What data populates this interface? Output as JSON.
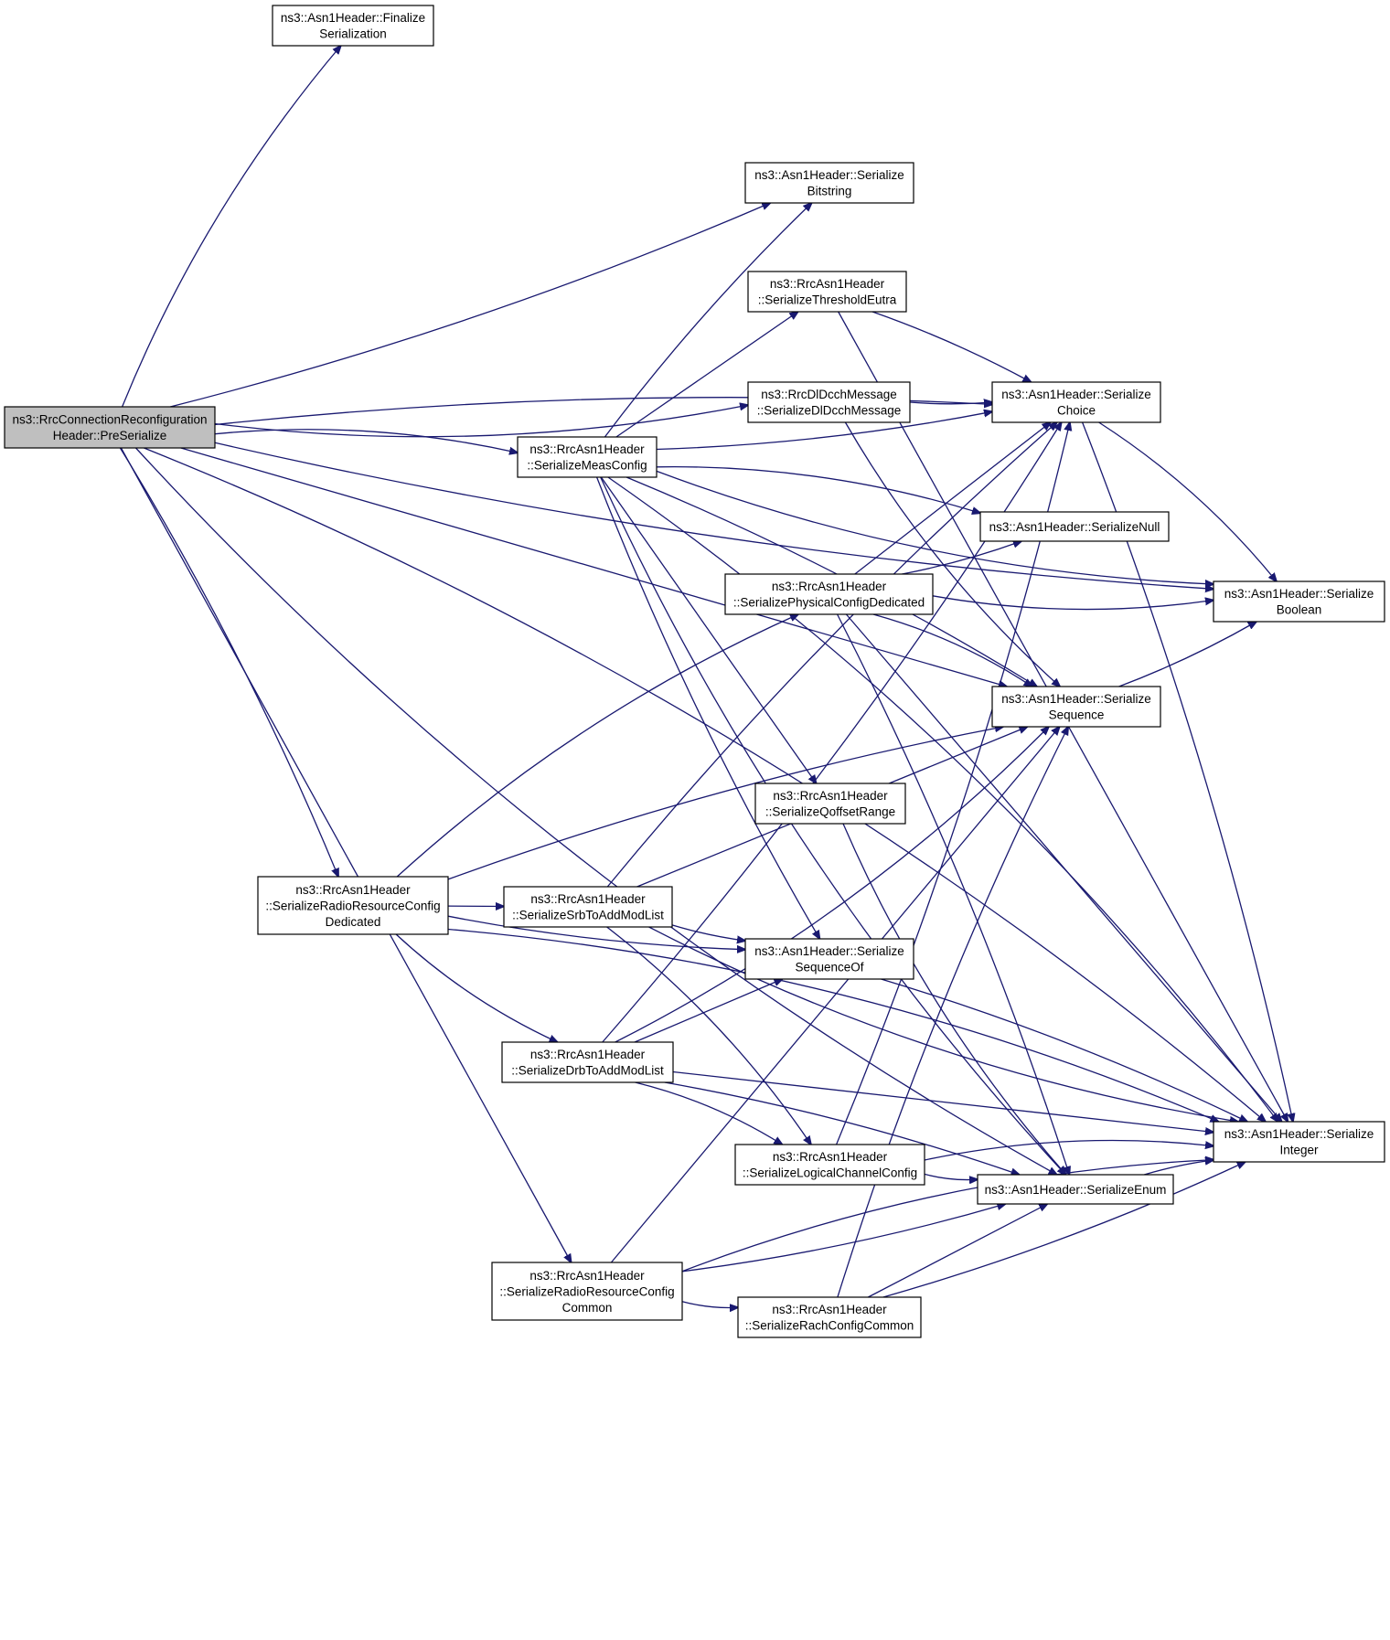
{
  "diagram": {
    "type": "call-graph",
    "colors": {
      "edge": "#191970",
      "root_fill": "#bfbfbf",
      "node_fill": "#ffffff",
      "border": "#000000"
    },
    "nodes": [
      {
        "id": "root",
        "lines": [
          "ns3::RrcConnectionReconfiguration",
          "Header::PreSerialize"
        ]
      },
      {
        "id": "finalize",
        "lines": [
          "ns3::Asn1Header::Finalize",
          "Serialization"
        ]
      },
      {
        "id": "bitstring",
        "lines": [
          "ns3::Asn1Header::Serialize",
          "Bitstring"
        ]
      },
      {
        "id": "threshold",
        "lines": [
          "ns3::RrcAsn1Header",
          "::SerializeThresholdEutra"
        ]
      },
      {
        "id": "dldcch",
        "lines": [
          "ns3::RrcDlDcchMessage",
          "::SerializeDlDcchMessage"
        ]
      },
      {
        "id": "choice",
        "lines": [
          "ns3::Asn1Header::Serialize",
          "Choice"
        ]
      },
      {
        "id": "measconfig",
        "lines": [
          "ns3::RrcAsn1Header",
          "::SerializeMeasConfig"
        ]
      },
      {
        "id": "null",
        "lines": [
          "ns3::Asn1Header::SerializeNull"
        ]
      },
      {
        "id": "physconf",
        "lines": [
          "ns3::RrcAsn1Header",
          "::SerializePhysicalConfigDedicated"
        ]
      },
      {
        "id": "boolean",
        "lines": [
          "ns3::Asn1Header::Serialize",
          "Boolean"
        ]
      },
      {
        "id": "sequence",
        "lines": [
          "ns3::Asn1Header::Serialize",
          "Sequence"
        ]
      },
      {
        "id": "qoffset",
        "lines": [
          "ns3::RrcAsn1Header",
          "::SerializeQoffsetRange"
        ]
      },
      {
        "id": "rrcded",
        "lines": [
          "ns3::RrcAsn1Header",
          "::SerializeRadioResourceConfig",
          "Dedicated"
        ]
      },
      {
        "id": "srblist",
        "lines": [
          "ns3::RrcAsn1Header",
          "::SerializeSrbToAddModList"
        ]
      },
      {
        "id": "seqof",
        "lines": [
          "ns3::Asn1Header::Serialize",
          "SequenceOf"
        ]
      },
      {
        "id": "drblist",
        "lines": [
          "ns3::RrcAsn1Header",
          "::SerializeDrbToAddModList"
        ]
      },
      {
        "id": "integer",
        "lines": [
          "ns3::Asn1Header::Serialize",
          "Integer"
        ]
      },
      {
        "id": "logchan",
        "lines": [
          "ns3::RrcAsn1Header",
          "::SerializeLogicalChannelConfig"
        ]
      },
      {
        "id": "enum",
        "lines": [
          "ns3::Asn1Header::SerializeEnum"
        ]
      },
      {
        "id": "rrccommon",
        "lines": [
          "ns3::RrcAsn1Header",
          "::SerializeRadioResourceConfig",
          "Common"
        ]
      },
      {
        "id": "rach",
        "lines": [
          "ns3::RrcAsn1Header",
          "::SerializeRachConfigCommon"
        ]
      }
    ],
    "edges": [
      [
        "root",
        "finalize"
      ],
      [
        "root",
        "choice"
      ],
      [
        "root",
        "sequence"
      ],
      [
        "root",
        "bitstring"
      ],
      [
        "root",
        "dldcch"
      ],
      [
        "root",
        "measconfig"
      ],
      [
        "root",
        "rrcded"
      ],
      [
        "root",
        "rrccommon"
      ],
      [
        "root",
        "boolean"
      ],
      [
        "root",
        "enum"
      ],
      [
        "root",
        "integer"
      ],
      [
        "measconfig",
        "bitstring"
      ],
      [
        "measconfig",
        "threshold"
      ],
      [
        "measconfig",
        "choice"
      ],
      [
        "measconfig",
        "boolean"
      ],
      [
        "measconfig",
        "null"
      ],
      [
        "measconfig",
        "sequence"
      ],
      [
        "measconfig",
        "qoffset"
      ],
      [
        "measconfig",
        "seqof"
      ],
      [
        "measconfig",
        "enum"
      ],
      [
        "measconfig",
        "integer"
      ],
      [
        "threshold",
        "choice"
      ],
      [
        "threshold",
        "integer"
      ],
      [
        "dldcch",
        "choice"
      ],
      [
        "dldcch",
        "sequence"
      ],
      [
        "choice",
        "boolean"
      ],
      [
        "choice",
        "integer"
      ],
      [
        "physconf",
        "choice"
      ],
      [
        "physconf",
        "null"
      ],
      [
        "physconf",
        "boolean"
      ],
      [
        "physconf",
        "sequence"
      ],
      [
        "physconf",
        "enum"
      ],
      [
        "physconf",
        "integer"
      ],
      [
        "sequence",
        "boolean"
      ],
      [
        "qoffset",
        "enum"
      ],
      [
        "rrcded",
        "physconf"
      ],
      [
        "rrcded",
        "sequence"
      ],
      [
        "rrcded",
        "srblist"
      ],
      [
        "rrcded",
        "seqof"
      ],
      [
        "rrcded",
        "drblist"
      ],
      [
        "rrcded",
        "integer"
      ],
      [
        "srblist",
        "choice"
      ],
      [
        "srblist",
        "sequence"
      ],
      [
        "srblist",
        "seqof"
      ],
      [
        "srblist",
        "integer"
      ],
      [
        "srblist",
        "logchan"
      ],
      [
        "seqof",
        "integer"
      ],
      [
        "drblist",
        "seqof"
      ],
      [
        "drblist",
        "choice"
      ],
      [
        "drblist",
        "sequence"
      ],
      [
        "drblist",
        "logchan"
      ],
      [
        "drblist",
        "enum"
      ],
      [
        "drblist",
        "integer"
      ],
      [
        "logchan",
        "choice"
      ],
      [
        "logchan",
        "enum"
      ],
      [
        "logchan",
        "integer"
      ],
      [
        "enum",
        "integer"
      ],
      [
        "rrccommon",
        "sequence"
      ],
      [
        "rrccommon",
        "enum"
      ],
      [
        "rrccommon",
        "rach"
      ],
      [
        "rrccommon",
        "integer"
      ],
      [
        "rach",
        "sequence"
      ],
      [
        "rach",
        "enum"
      ],
      [
        "rach",
        "integer"
      ]
    ]
  }
}
